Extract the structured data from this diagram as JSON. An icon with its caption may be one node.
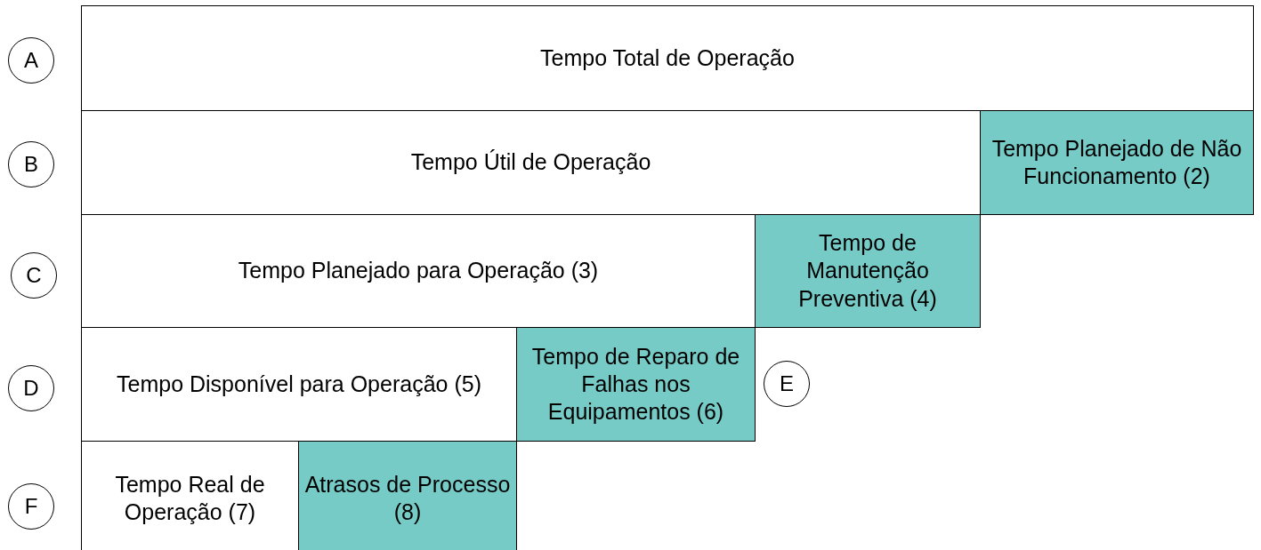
{
  "diagram": {
    "nodes": [
      {
        "text": [
          "A"
        ]
      },
      {
        "text": [
          "Tempo Total de Operação"
        ]
      },
      {
        "text": [
          "B"
        ]
      },
      {
        "text": [
          "Tempo Útil de Operação"
        ]
      },
      {
        "text": [
          "Tempo Planejado de Não Funcionamento (2)"
        ]
      },
      {
        "text": [
          "C"
        ]
      },
      {
        "text": [
          "Tempo Planejado para Operação (3)"
        ]
      },
      {
        "text": [
          "Tempo de Manutenção Preventiva (4)"
        ]
      },
      {
        "text": [
          "D"
        ]
      },
      {
        "text": [
          "Tempo Disponível para Operação (5)"
        ]
      },
      {
        "text": [
          "Tempo de Reparo de Falhas nos Equipamentos (6)"
        ]
      },
      {
        "text": [
          "E"
        ]
      },
      {
        "text": [
          "F"
        ]
      },
      {
        "text": [
          "Tempo Real de Operação (7)"
        ]
      },
      {
        "text": [
          "Atrasos de Processo (8)"
        ]
      }
    ]
  }
}
